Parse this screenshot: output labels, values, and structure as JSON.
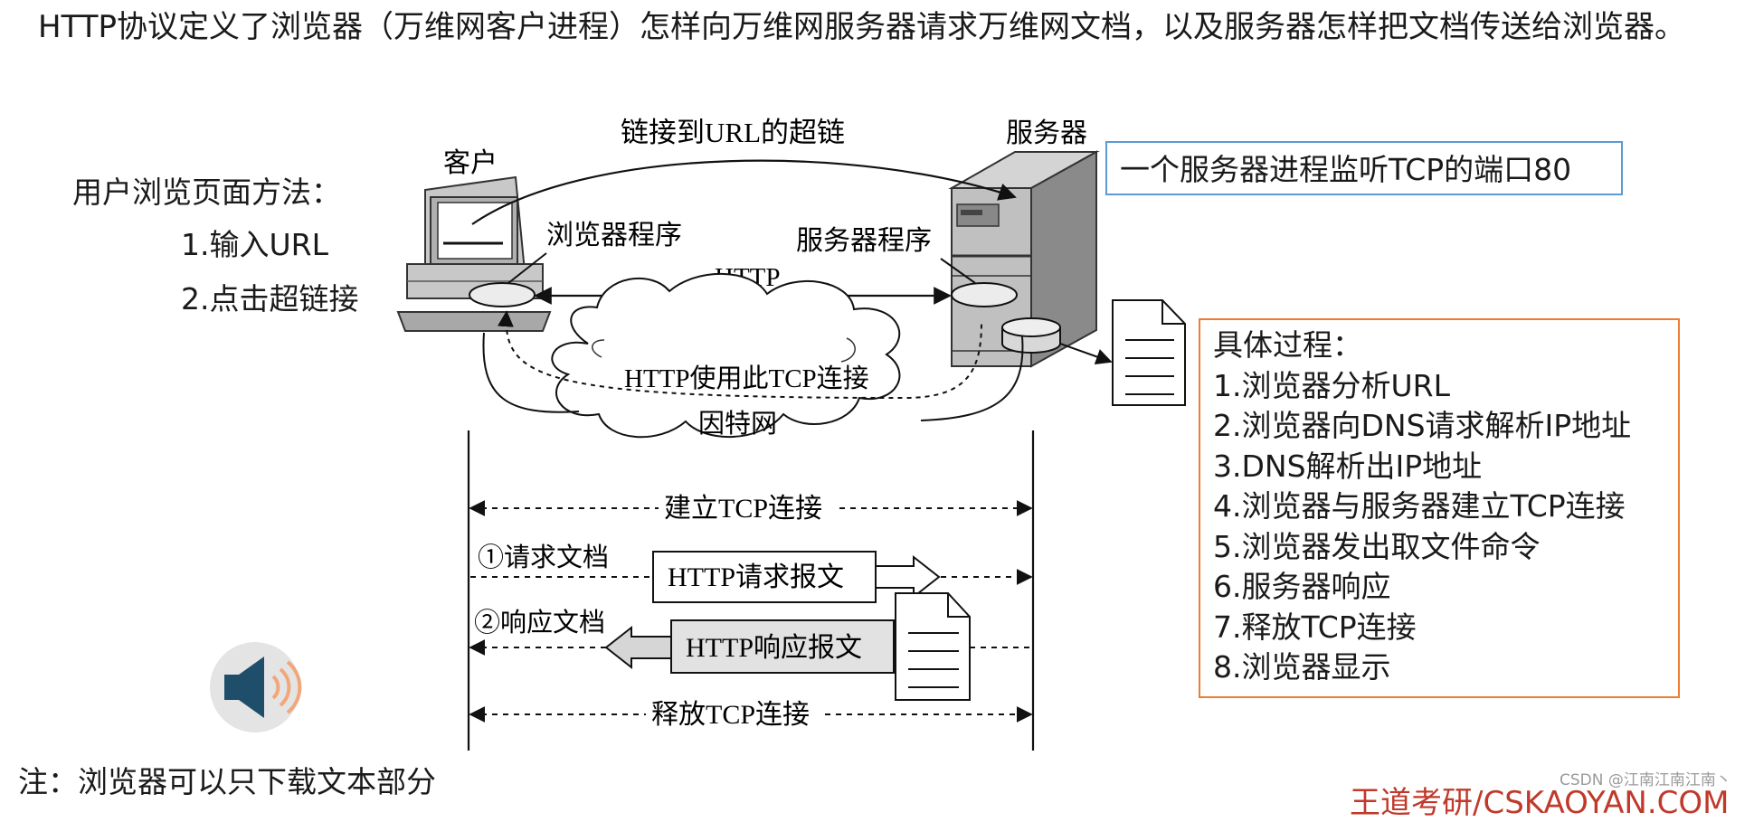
{
  "intro_text": "HTTP协议定义了浏览器（万维网客户进程）怎样向万维网服务器请求万维网文档，以及服务器怎样把文档传送给浏览器。",
  "user_methods": {
    "title": "用户浏览页面方法：",
    "items": [
      "1.输入URL",
      "2.点击超链接"
    ]
  },
  "diagram": {
    "client_label": "客户",
    "server_label": "服务器",
    "hyperlink_label": "链接到URL的超链",
    "browser_program": "浏览器程序",
    "server_program": "服务器程序",
    "http_label": "HTTP",
    "cloud_tcp_label": "HTTP使用此TCP连接",
    "internet_label": "因特网",
    "establish_tcp": "建立TCP连接",
    "request_doc": "①请求文档",
    "request_msg": "HTTP请求报文",
    "response_doc": "②响应文档",
    "response_msg": "HTTP响应报文",
    "release_tcp": "释放TCP连接"
  },
  "listen_box": "一个服务器进程监听TCP的端口80",
  "process": {
    "title": "具体过程：",
    "steps": [
      "1.浏览器分析URL",
      "2.浏览器向DNS请求解析IP地址",
      "3.DNS解析出IP地址",
      "4.浏览器与服务器建立TCP连接",
      "5.浏览器发出取文件命令",
      "6.服务器响应",
      "7.释放TCP连接",
      "8.浏览器显示"
    ]
  },
  "note": "注：浏览器可以只下载文本部分",
  "watermark": "王道考研/CSKAOYAN.COM",
  "csdn_credit": "CSDN @江南江南江南丶",
  "icons": {
    "speaker": "speaker-icon",
    "computer": "client-computer-icon",
    "server": "server-tower-icon",
    "document": "document-icon",
    "cloud": "internet-cloud-icon"
  },
  "colors": {
    "listen_border": "#5b9bd5",
    "process_border": "#ed7d31",
    "speaker_accent": "#f0a77a",
    "watermark": "#c0392b"
  }
}
